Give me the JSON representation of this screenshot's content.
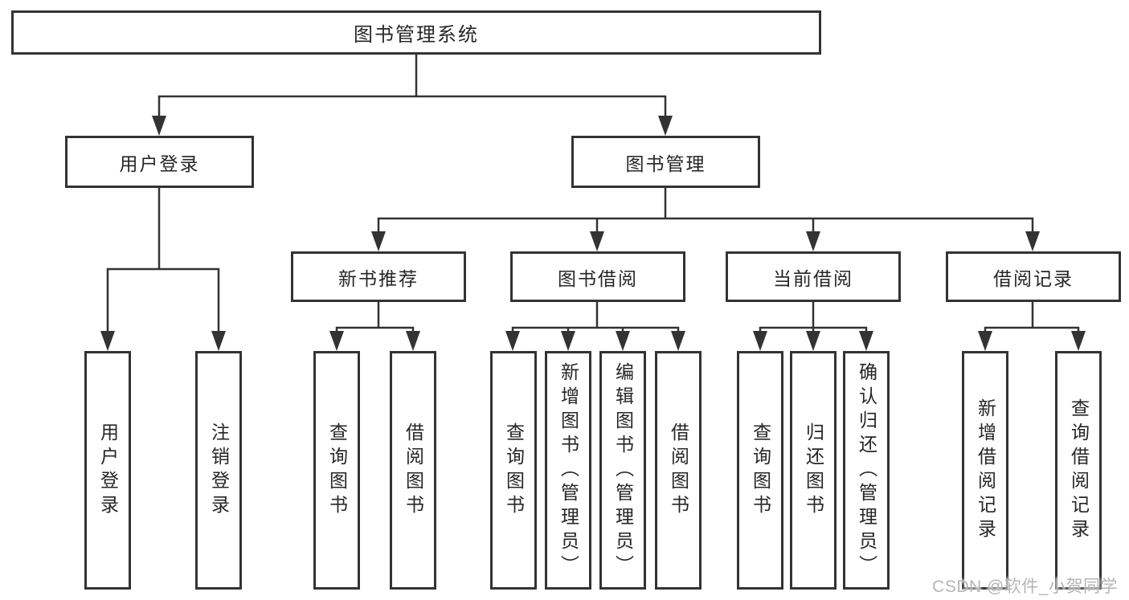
{
  "diagram": {
    "root": {
      "label": "图书管理系统"
    },
    "nodes": {
      "user_login": {
        "label": "用户登录",
        "children": [
          "用户登录",
          "注销登录"
        ]
      },
      "book_mgmt": {
        "label": "图书管理"
      },
      "new_books": {
        "label": "新书推荐",
        "children": [
          "查询图书",
          "借阅图书"
        ]
      },
      "book_borrow": {
        "label": "图书借阅",
        "children": [
          "查询图书",
          "新增图书（管理员）",
          "编辑图书（管理员）",
          "借阅图书"
        ]
      },
      "current_borrow": {
        "label": "当前借阅",
        "children": [
          "查询图书",
          "归还图书",
          "确认归还（管理员）"
        ]
      },
      "borrow_records": {
        "label": "借阅记录",
        "children": [
          "新增借阅记录",
          "查询借阅记录"
        ]
      }
    }
  },
  "watermark": {
    "label": "CSDN @软件_小贺同学"
  },
  "colors": {
    "line": "#333333",
    "text": "#262626",
    "background": "#ffffff",
    "watermark": "#b5b5b5"
  }
}
